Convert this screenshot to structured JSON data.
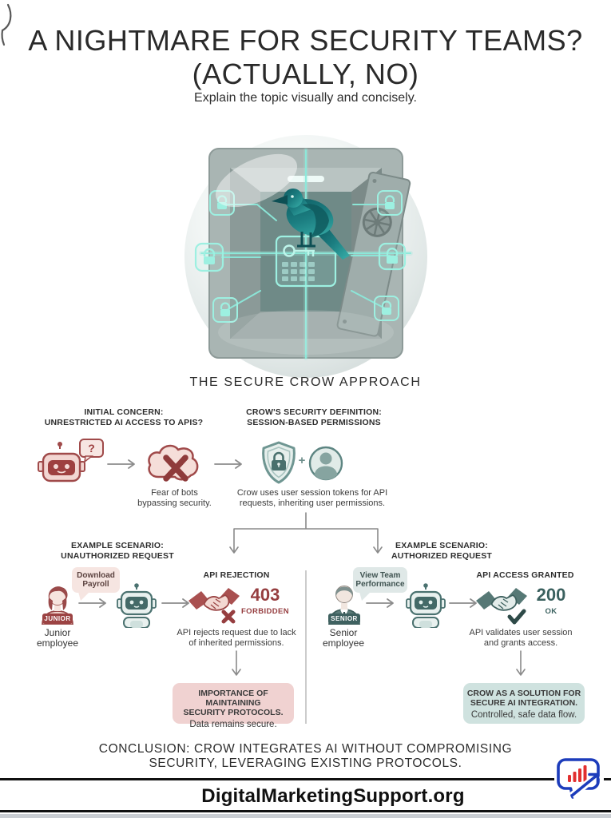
{
  "header": {
    "title_line1": "A NIGHTMARE FOR SECURITY TEAMS?",
    "title_line2": "(ACTUALLY, NO)",
    "subtitle": "Explain the topic visually and concisely."
  },
  "hero": {
    "caption": "THE SECURE CROW APPROACH",
    "icons": [
      "crow-image",
      "vault-door-icon",
      "padlock-icon",
      "keypad-key-icon",
      "glass-sphere"
    ]
  },
  "flow": {
    "initial_concern": {
      "title_line1": "INITIAL CONCERN:",
      "title_line2": "UNRESTRICTED AI ACCESS TO APIS?",
      "bubble_text": "?",
      "caption_line1": "Fear of bots",
      "caption_line2": "bypassing security.",
      "icons": [
        "robot-question-icon",
        "cloud-error-icon"
      ]
    },
    "security_definition": {
      "title_line1": "CROW'S SECURITY DEFINITION:",
      "title_line2": "SESSION-BASED PERMISSIONS",
      "plus_sign": "+",
      "caption_line1": "Crow uses user session tokens for API",
      "caption_line2": "requests, inheriting user permissions.",
      "icons": [
        "shield-lock-icon",
        "user-avatar-icon"
      ]
    }
  },
  "scenario_unauthorized": {
    "title_line1": "EXAMPLE SCENARIO:",
    "title_line2": "UNAUTHORIZED REQUEST",
    "speech_line1": "Download",
    "speech_line2": "Payroll",
    "badge": "JUNIOR",
    "person_line1": "Junior",
    "person_line2": "employee",
    "result_title": "API REJECTION",
    "status_code": "403",
    "status_label": "FORBIDDEN",
    "caption_line1": "API rejects request due to lack",
    "caption_line2": "of inherited permissions.",
    "box_title_line1": "IMPORTANCE OF MAINTAINING",
    "box_title_line2": "SECURITY PROTOCOLS.",
    "box_body": "Data remains secure.",
    "icons": [
      "junior-employee-icon",
      "robot-assistant-icon",
      "handshake-rejected-icon"
    ]
  },
  "scenario_authorized": {
    "title_line1": "EXAMPLE SCENARIO:",
    "title_line2": "AUTHORIZED REQUEST",
    "speech_line1": "View Team",
    "speech_line2": "Performance",
    "badge": "SENIOR",
    "person_line1": "Senior",
    "person_line2": "employee",
    "result_title": "API ACCESS GRANTED",
    "status_code": "200",
    "status_label": "OK",
    "caption_line1": "API validates user session",
    "caption_line2": "and grants access.",
    "box_title_line1": "CROW AS A SOLUTION FOR",
    "box_title_line2": "SECURE AI INTEGRATION.",
    "box_body": "Controlled, safe data flow.",
    "icons": [
      "senior-employee-icon",
      "robot-assistant-icon",
      "handshake-approved-icon"
    ]
  },
  "conclusion": {
    "line1": "CONCLUSION: CROW INTEGRATES AI WITHOUT COMPROMISING",
    "line2": "SECURITY, LEVERAGING EXISTING PROTOCOLS."
  },
  "footer": {
    "brand": "DigitalMarketingSupport.org",
    "logo_icon": "bar-chart-speech-bubble-icon"
  },
  "colors": {
    "red_dark": "#8f3b3b",
    "red_mid": "#a04a4a",
    "red_light": "#f2d6d2",
    "pink_box": "#f0d2d1",
    "teal_dark": "#3f6664",
    "teal_mid": "#6f9692",
    "teal_light": "#e1ebe8",
    "teal_box": "#cfe2df",
    "glow_teal": "#8ceadb",
    "arrow_gray": "#8c8c8c",
    "logo_blue": "#1c3cbb",
    "logo_red": "#e22f2f"
  }
}
